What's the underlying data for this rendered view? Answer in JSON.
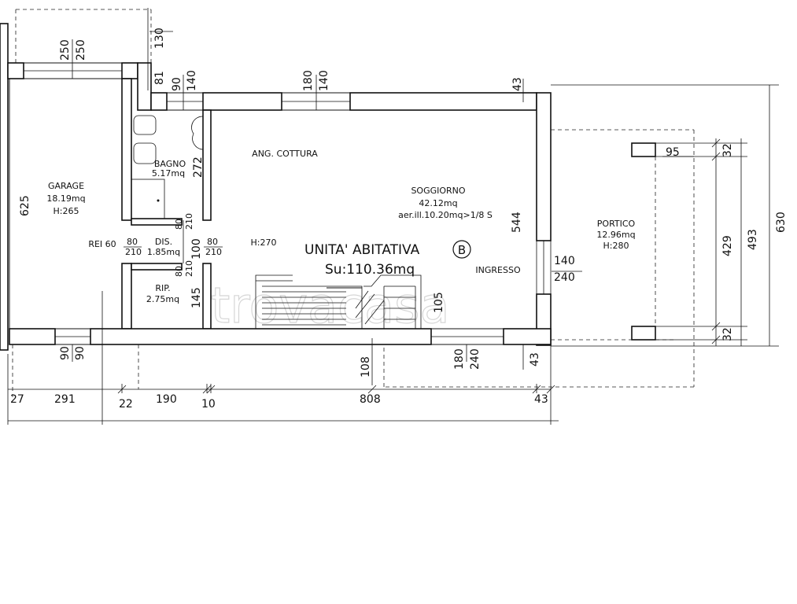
{
  "plan": {
    "rooms": {
      "garage": {
        "name": "GARAGE",
        "area": "18.19mq",
        "height": "H:265"
      },
      "bagno": {
        "name": "BAGNO",
        "area": "5.17mq"
      },
      "dis": {
        "name": "DIS.",
        "area": "1.85mq"
      },
      "rip": {
        "name": "RIP.",
        "area": "2.75mq"
      },
      "cottura": {
        "name": "ANG. COTTURA"
      },
      "soggiorno": {
        "name": "SOGGIORNO",
        "area": "42.12mq",
        "light": "aer.ill.10.20mq>1/8 S"
      },
      "h270": "H:270",
      "ingresso": "INGRESSO",
      "portico": {
        "name": "PORTICO",
        "area": "12.96mq",
        "height": "H:280"
      }
    },
    "unit": {
      "title": "UNITA' ABITATIVA",
      "letter": "B",
      "area": "Su:110.36mq"
    },
    "rei": "REI 60",
    "watermark": "trovacasa",
    "openings": {
      "garage_top_a": "250",
      "garage_top_b": "250",
      "bath_a": "90",
      "bath_b": "140",
      "liv_a": "180",
      "liv_b": "140",
      "bath_side": "272",
      "rei_a": "80",
      "rei_b": "210",
      "dis_top_a": "80",
      "dis_top_b": "210",
      "dis_right_a": "80",
      "dis_right_b": "210",
      "dis_low_a": "80",
      "dis_low_b": "210",
      "dis_h": "100",
      "rip_h": "145",
      "stair": "105",
      "entry_a": "140",
      "entry_b": "240",
      "liv_side": "544",
      "garage_side": "625",
      "bottom_a": "90",
      "bottom_b": "90",
      "south_a": "180",
      "south_b": "240",
      "d108": "108"
    },
    "dims_bottom": [
      "27",
      "291",
      "22",
      "190",
      "10",
      "808",
      "43"
    ],
    "dims_top": {
      "d130": "130",
      "d81": "81",
      "d43": "43"
    },
    "dims_right": {
      "d95": "95",
      "d32a": "32",
      "d429": "429",
      "d32b": "32",
      "d493": "493",
      "d630": "630",
      "d43b": "43"
    }
  }
}
